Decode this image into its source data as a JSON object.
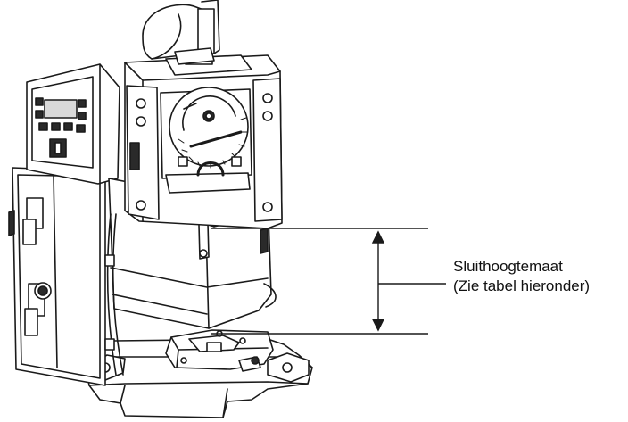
{
  "annotation": {
    "line1": "Sluithoogtemaat",
    "line2": "(Zie tabel hieronder)"
  },
  "colors": {
    "stroke": "#1a1a1a",
    "fill": "#ffffff",
    "panel_dark": "#2a2a2a",
    "display": "#d9d9d9"
  },
  "icons": {
    "dimension_arrow": "double-headed-vertical-arrow"
  }
}
